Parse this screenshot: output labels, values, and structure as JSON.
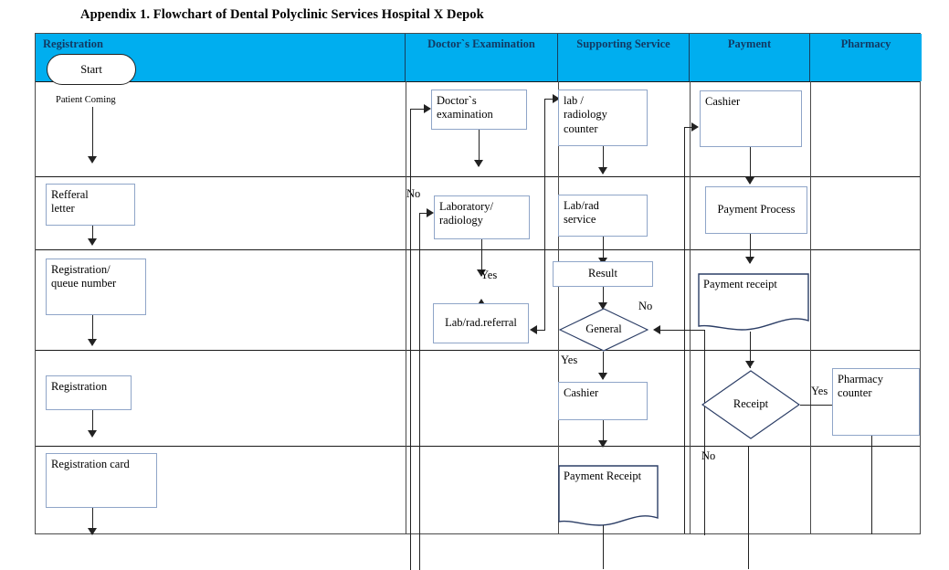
{
  "title": "Appendix 1. Flowchart of Dental Polyclinic Services Hospital X Depok",
  "columns": [
    {
      "label": "Registration"
    },
    {
      "label": "Doctor`s Examination"
    },
    {
      "label": "Supporting Service"
    },
    {
      "label": "Payment"
    },
    {
      "label": "Pharmacy"
    }
  ],
  "chart_data": {
    "type": "flowchart",
    "title": "Appendix 1. Flowchart of Dental Polyclinic Services Hospital X Depok",
    "swimlanes": [
      "Registration",
      "Doctor`s Examination",
      "Supporting Service",
      "Payment",
      "Pharmacy"
    ],
    "nodes": [
      {
        "id": "start",
        "label": "Start",
        "shape": "terminator",
        "lane": "Registration"
      },
      {
        "id": "patient_coming",
        "label": "Patient Coming",
        "shape": "annotation",
        "lane": "Registration"
      },
      {
        "id": "refferal_letter",
        "label": "Refferal letter",
        "shape": "process",
        "lane": "Registration"
      },
      {
        "id": "registration_queue",
        "label": "Registration/ queue number",
        "shape": "process",
        "lane": "Registration"
      },
      {
        "id": "registration",
        "label": "Registration",
        "shape": "process",
        "lane": "Registration"
      },
      {
        "id": "registration_card",
        "label": "Registration card",
        "shape": "process",
        "lane": "Registration"
      },
      {
        "id": "doctors_examination",
        "label": "Doctor`s examination",
        "shape": "process",
        "lane": "Doctor`s Examination"
      },
      {
        "id": "laboratory_radiology",
        "label": "Laboratory/ radiology",
        "shape": "process",
        "lane": "Doctor`s Examination"
      },
      {
        "id": "lab_rad_referral",
        "label": "Lab/rad.referral",
        "shape": "process",
        "lane": "Doctor`s Examination"
      },
      {
        "id": "lab_radiology_counter",
        "label": "lab / radiology counter",
        "shape": "process",
        "lane": "Supporting Service"
      },
      {
        "id": "lab_rad_service",
        "label": "Lab/rad service",
        "shape": "process",
        "lane": "Supporting Service"
      },
      {
        "id": "result",
        "label": "Result",
        "shape": "process",
        "lane": "Supporting Service"
      },
      {
        "id": "general",
        "label": "General",
        "shape": "decision",
        "lane": "Supporting Service"
      },
      {
        "id": "cashier_ss",
        "label": "Cashier",
        "shape": "process",
        "lane": "Supporting Service"
      },
      {
        "id": "payment_receipt_ss",
        "label": "Payment Receipt",
        "shape": "document",
        "lane": "Supporting Service"
      },
      {
        "id": "cashier_pay",
        "label": "Cashier",
        "shape": "process",
        "lane": "Payment"
      },
      {
        "id": "payment_process",
        "label": "Payment Process",
        "shape": "process",
        "lane": "Payment"
      },
      {
        "id": "payment_receipt_pay",
        "label": "Payment receipt",
        "shape": "document",
        "lane": "Payment"
      },
      {
        "id": "receipt",
        "label": "Receipt",
        "shape": "decision",
        "lane": "Payment"
      },
      {
        "id": "pharmacy_counter",
        "label": "Pharmacy counter",
        "shape": "process",
        "lane": "Pharmacy"
      }
    ],
    "edge_labels": [
      {
        "id": "no_doctor",
        "label": "No"
      },
      {
        "id": "yes_lab",
        "label": "Yes"
      },
      {
        "id": "no_general",
        "label": "No"
      },
      {
        "id": "yes_general",
        "label": "Yes"
      },
      {
        "id": "yes_receipt",
        "label": "Yes"
      },
      {
        "id": "no_receipt",
        "label": "No"
      }
    ]
  },
  "nodes": {
    "start": "Start",
    "patient_coming": "Patient Coming",
    "refferal_letter_l1": "Refferal",
    "refferal_letter_l2": "letter",
    "registration_queue_l1": "Registration/",
    "registration_queue_l2": "queue number",
    "registration": "Registration",
    "registration_card": "Registration card",
    "doctors_exam_l1": "Doctor`s",
    "doctors_exam_l2": "examination",
    "laboratory_l1": "Laboratory/",
    "laboratory_l2": "radiology",
    "lab_rad_referral": "Lab/rad.referral",
    "lab_counter_l1": "lab /",
    "lab_counter_l2": "radiology",
    "lab_counter_l3": "counter",
    "lab_rad_service_l1": "Lab/rad",
    "lab_rad_service_l2": "service",
    "result": "Result",
    "general": "General",
    "cashier_ss": "Cashier",
    "payment_receipt_ss": "Payment Receipt",
    "cashier_pay": "Cashier",
    "payment_process": "Payment Process",
    "payment_receipt_pay": "Payment receipt",
    "receipt": "Receipt",
    "pharmacy_counter_l1": "Pharmacy",
    "pharmacy_counter_l2": "counter"
  },
  "labels": {
    "no_doctor": "No",
    "yes_lab": "Yes",
    "no_general": "No",
    "yes_general": "Yes",
    "yes_receipt": "Yes",
    "no_receipt": "No"
  },
  "colors": {
    "header_bg": "#00AEEF",
    "header_text": "#123a63",
    "shape_border": "#8FA5C8",
    "document_border": "#2c3e66",
    "table_border": "#4a4a4a"
  }
}
